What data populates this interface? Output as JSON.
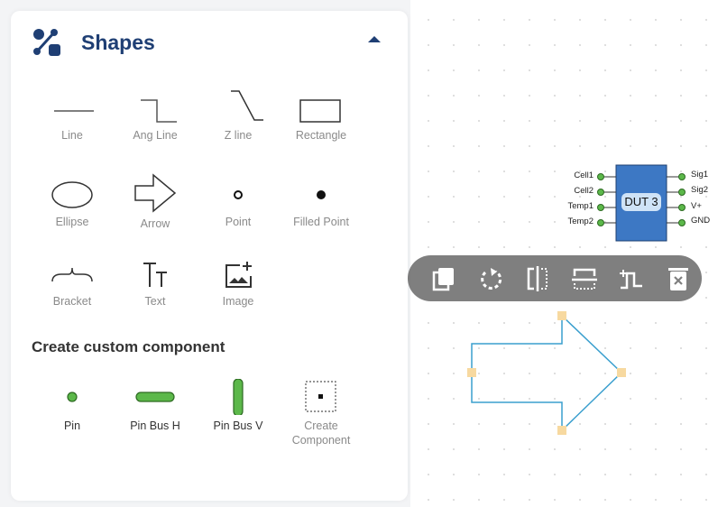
{
  "panel": {
    "title": "Shapes",
    "icon": "shapes-icon",
    "collapse_icon": "caret-up-icon",
    "shapes": [
      {
        "label": "Line"
      },
      {
        "label": "Ang Line"
      },
      {
        "label": "Z line"
      },
      {
        "label": "Rectangle"
      },
      {
        "label": "Ellipse"
      },
      {
        "label": "Arrow"
      },
      {
        "label": "Point"
      },
      {
        "label": "Filled Point"
      },
      {
        "label": "Bracket"
      },
      {
        "label": "Text"
      },
      {
        "label": "Image"
      }
    ],
    "custom_title": "Create custom component",
    "custom": [
      {
        "label": "Pin"
      },
      {
        "label": "Pin Bus H"
      },
      {
        "label": "Pin Bus V"
      },
      {
        "label": "Create Component"
      }
    ]
  },
  "component": {
    "name": "DUT 3",
    "left_pins": [
      "Cell1",
      "Cell2",
      "Temp1",
      "Temp2"
    ],
    "right_pins": [
      "Sig1",
      "Sig2",
      "V+",
      "GND"
    ],
    "color": "#3d78c4",
    "pin_color": "#5cb84a"
  },
  "toolbar": {
    "buttons": [
      "copy-icon",
      "rotate-icon",
      "flip-horizontal-icon",
      "flip-vertical-icon",
      "path-icon",
      "delete-icon"
    ]
  },
  "selection": {
    "shape": "arrow",
    "stroke": "#3a9fce",
    "handle_color": "#f7d9a0"
  }
}
